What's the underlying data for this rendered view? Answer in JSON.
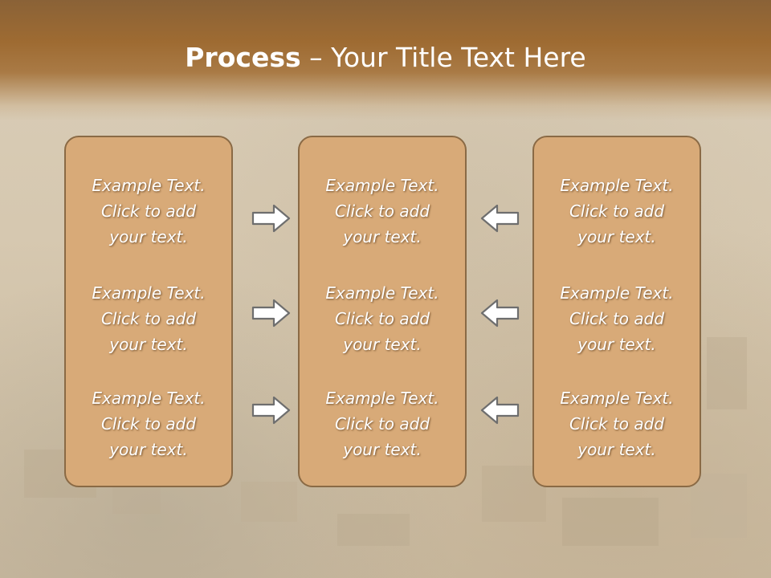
{
  "slide": {
    "title_bold": "Process",
    "title_rest": " – Your Title Text Here"
  },
  "columns": [
    {
      "items": [
        {
          "line1": "Example Text.",
          "line2": "Click  to add",
          "line3": "your text."
        },
        {
          "line1": "Example Text.",
          "line2": "Click  to add",
          "line3": "your text."
        },
        {
          "line1": "Example Text.",
          "line2": "Click  to add",
          "line3": "your text."
        }
      ]
    },
    {
      "items": [
        {
          "line1": "Example Text.",
          "line2": "Click  to add",
          "line3": "your text."
        },
        {
          "line1": "Example Text.",
          "line2": "Click  to add",
          "line3": "your text."
        },
        {
          "line1": "Example Text.",
          "line2": "Click  to add",
          "line3": "your text."
        }
      ]
    },
    {
      "items": [
        {
          "line1": "Example Text.",
          "line2": "Click  to add",
          "line3": "your text."
        },
        {
          "line1": "Example Text.",
          "line2": "Click  to add",
          "line3": "your text."
        },
        {
          "line1": "Example Text.",
          "line2": "Click  to add",
          "line3": "your text."
        }
      ]
    }
  ],
  "arrows": {
    "left_group": "arrow-right-icon",
    "right_group": "arrow-left-icon"
  },
  "colors": {
    "header": "#9e6b32",
    "box_fill": "#d8aa78",
    "box_border": "#8a6a45",
    "arrow_fill": "#ffffff",
    "arrow_stroke": "#6e6e6e"
  }
}
